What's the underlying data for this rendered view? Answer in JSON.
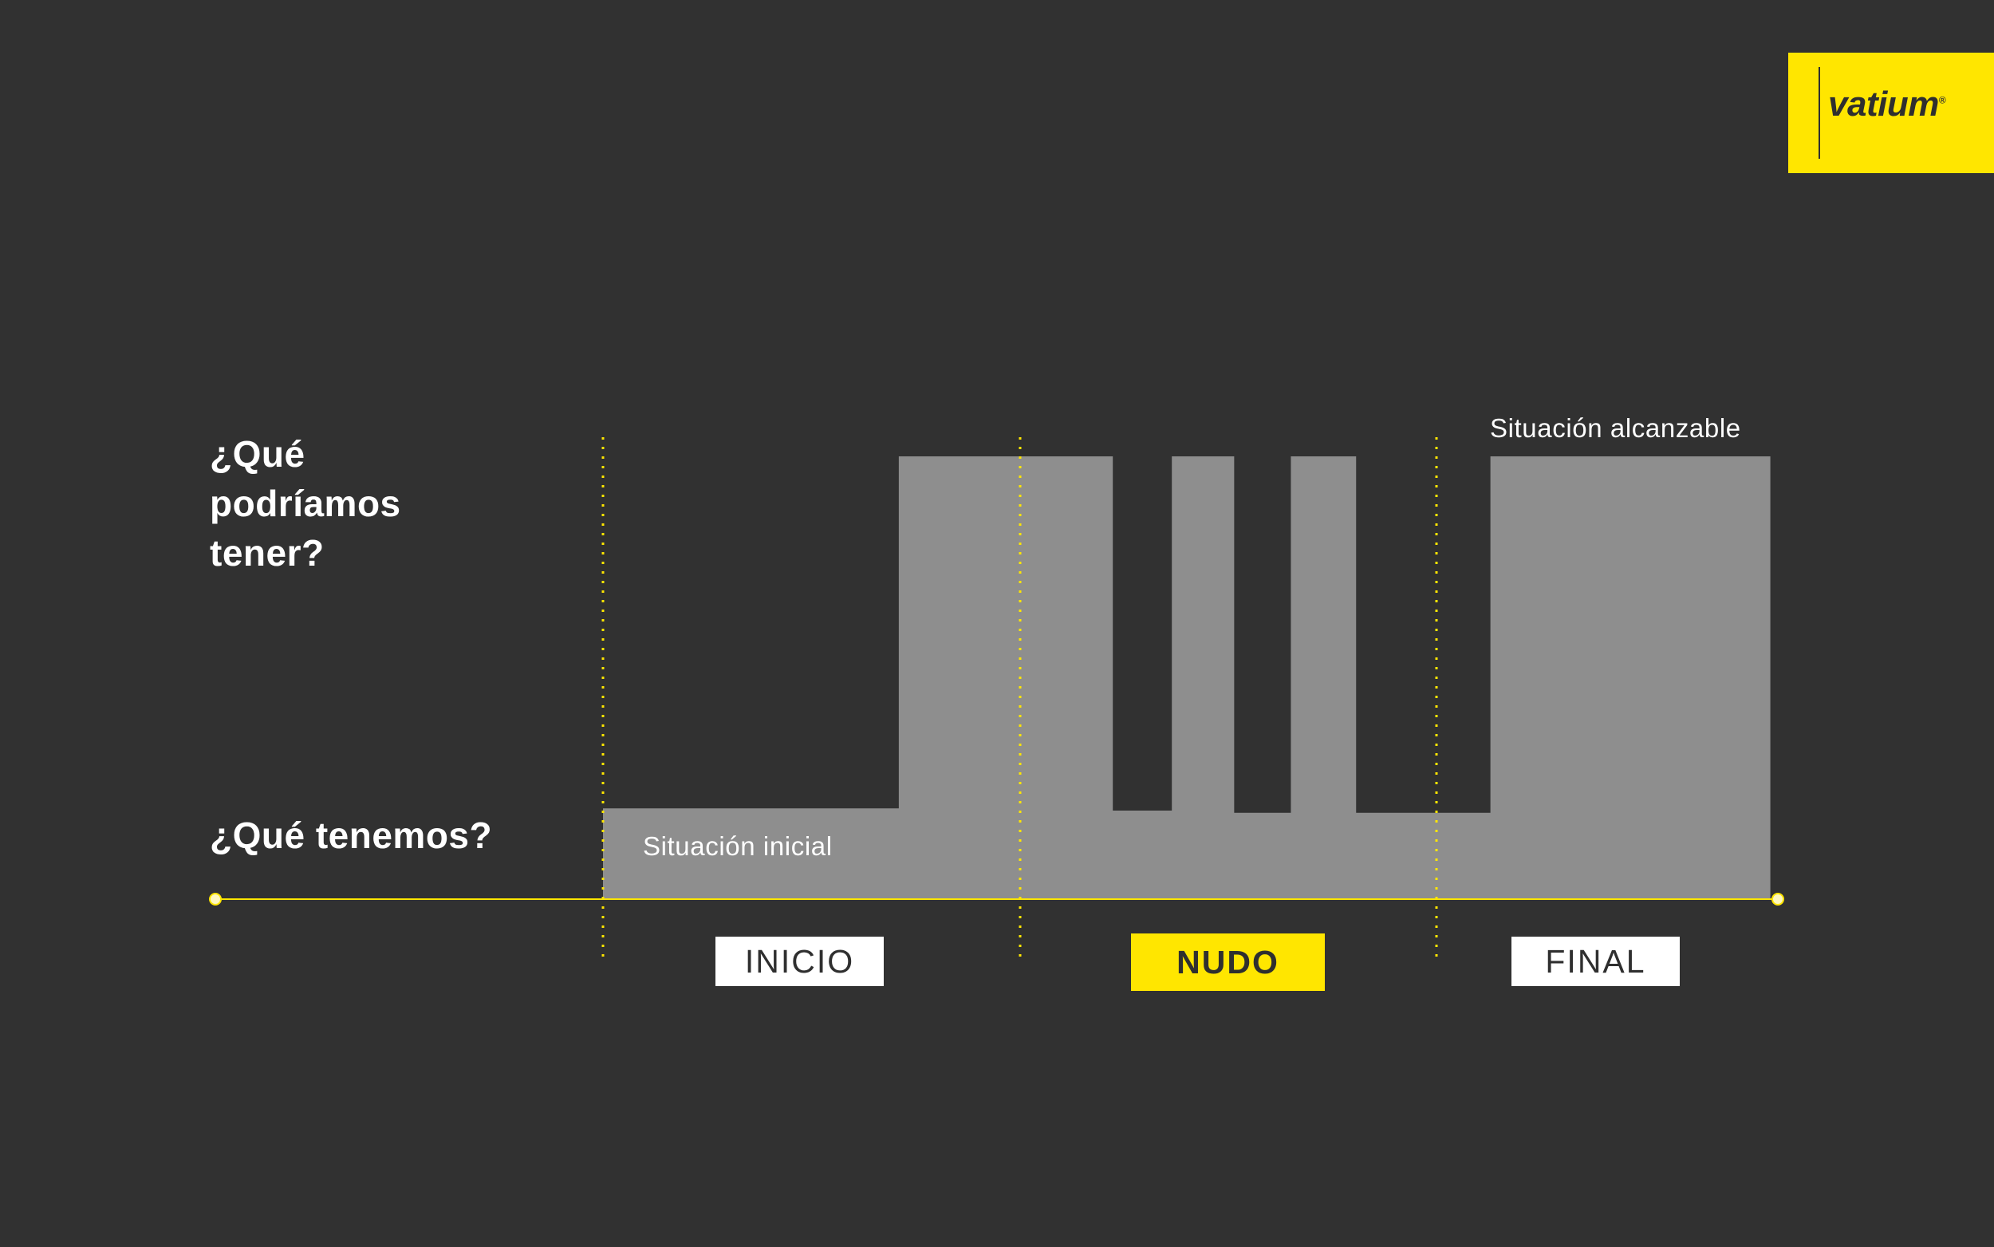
{
  "logo": {
    "text": "vatium",
    "mark": "®"
  },
  "questions": {
    "top": "¿Qué podríamos tener?",
    "bottom": "¿Qué tenemos?"
  },
  "labels": {
    "initial": "Situación inicial",
    "reachable": "Situación alcanzable"
  },
  "phases": {
    "inicio": "INICIO",
    "nudo": "NUDO",
    "final": "FINAL"
  },
  "colors": {
    "background": "#313131",
    "accent": "#ffe600",
    "area": "#8e8e8e",
    "text": "#ffffff"
  },
  "chart_data": {
    "type": "area",
    "title": "",
    "xlabel": "",
    "ylabel": "",
    "levels": [
      "¿Qué tenemos?",
      "¿Qué podríamos tener?"
    ],
    "phases": [
      "INICIO",
      "NUDO",
      "FINAL"
    ],
    "series": [
      {
        "name": "",
        "steps": [
          {
            "x": [
              0.0,
              0.2535
            ],
            "y": 0.205
          },
          {
            "x": [
              0.2535,
              0.4365
            ],
            "y": 1.0
          },
          {
            "x": [
              0.4365,
              0.4875
            ],
            "y": 0.2
          },
          {
            "x": [
              0.4875,
              0.5405
            ],
            "y": 1.0
          },
          {
            "x": [
              0.5405,
              0.5895
            ],
            "y": 0.195
          },
          {
            "x": [
              0.5895,
              0.645
            ],
            "y": 1.0
          },
          {
            "x": [
              0.645,
              0.7605
            ],
            "y": 0.195
          },
          {
            "x": [
              0.7605,
              1.0
            ],
            "y": 1.0
          }
        ]
      }
    ]
  }
}
